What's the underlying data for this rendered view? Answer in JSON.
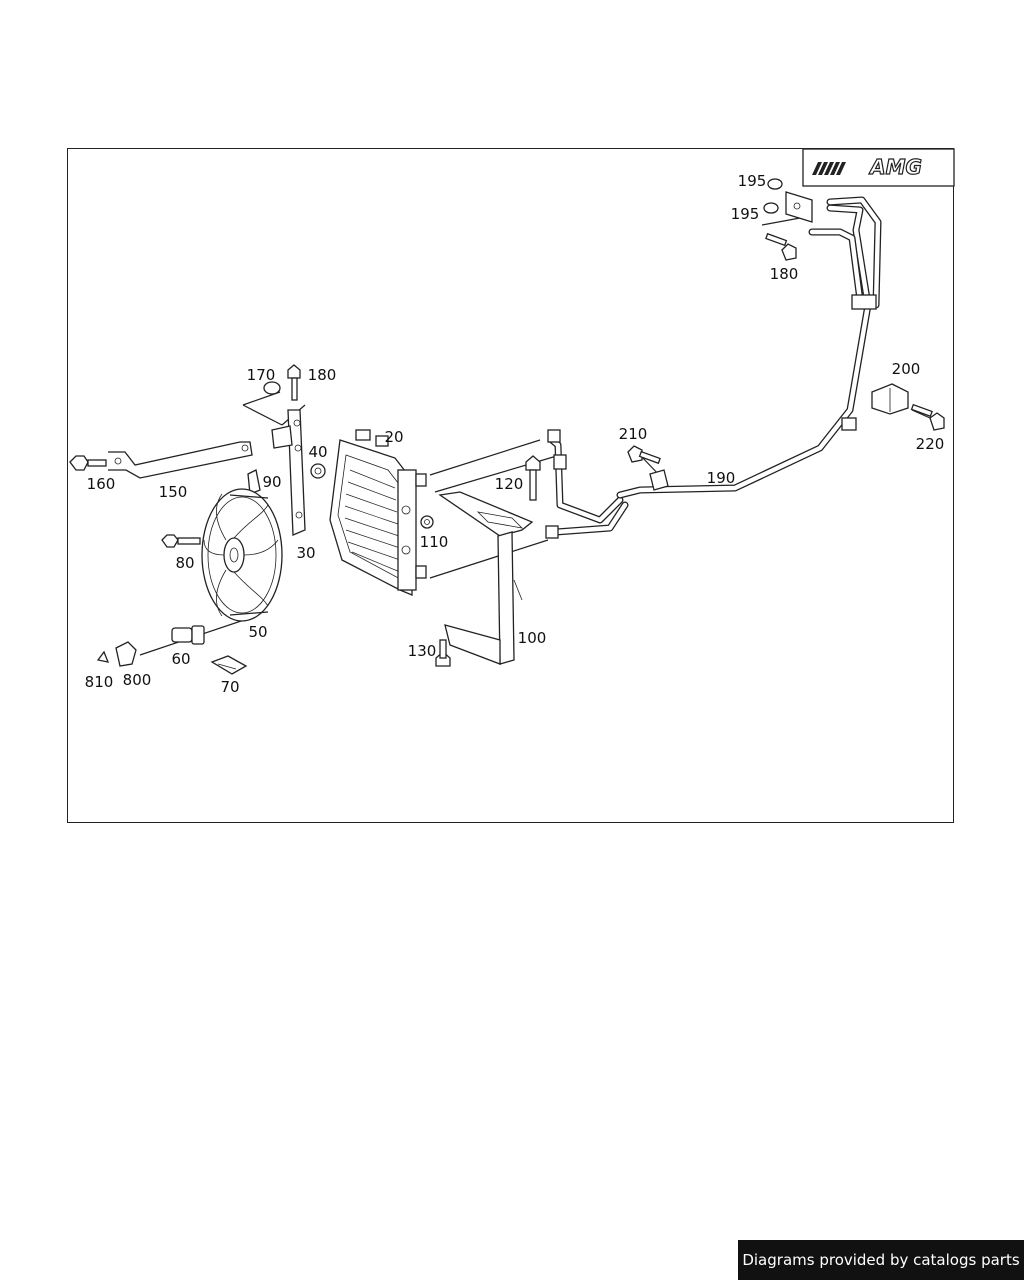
{
  "diagram": {
    "brand_logo": "AMG",
    "labels": {
      "p20": "20",
      "p30": "30",
      "p40": "40",
      "p50": "50",
      "p60": "60",
      "p70": "70",
      "p80": "80",
      "p90": "90",
      "p100": "100",
      "p110": "110",
      "p120": "120",
      "p130": "130",
      "p150": "150",
      "p160": "160",
      "p170": "170",
      "p180a": "180",
      "p180b": "180",
      "p190": "190",
      "p195a": "195",
      "p195b": "195",
      "p200": "200",
      "p210": "210",
      "p220": "220",
      "p800": "800",
      "p810": "810"
    }
  },
  "footer": {
    "text": "Diagrams provided by catalogs parts"
  }
}
